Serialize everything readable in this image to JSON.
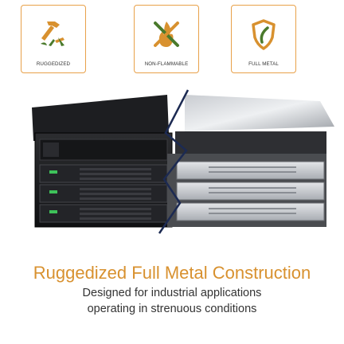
{
  "badges": [
    {
      "label": "RUGGEDIZED",
      "icon": "hammer-icon"
    },
    {
      "label": "NON-FLAMMABLE",
      "icon": "crossed-flame-icon"
    },
    {
      "label": "FULL METAL",
      "icon": "shield-icon"
    }
  ],
  "headline": "Ruggedized Full Metal Construction",
  "subtext": {
    "line1": "Designed for industrial applications",
    "line2": "operating in strenuous conditions"
  },
  "colors": {
    "accent": "#d8912f",
    "icon_green": "#4a7a2c",
    "badge_border": "#e8a14a",
    "text": "#333333"
  }
}
